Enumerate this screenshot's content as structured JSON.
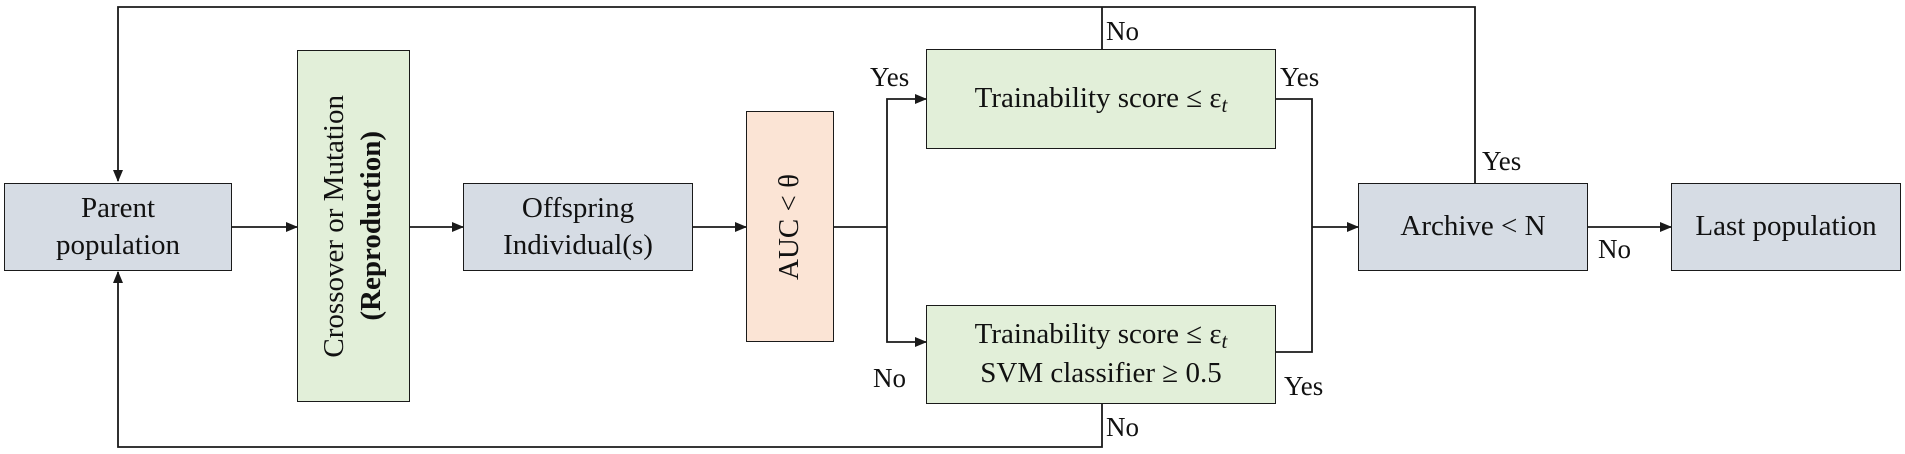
{
  "nodes": {
    "parent_population": [
      "Parent",
      "population"
    ],
    "reproduction": {
      "line1": "Crossover or Mutation",
      "line2": "(Reproduction)"
    },
    "offspring": [
      "Offspring",
      "Individual(s)"
    ],
    "auc": "AUC < θ",
    "trainability_top": {
      "text": "Trainability score ≤ ε",
      "sub": "t"
    },
    "trainability_bottom": {
      "text": "Trainability score ≤ ε",
      "sub": "t",
      "line2": "SVM classifier ≥ 0.5"
    },
    "archive": "Archive < N",
    "last_population": "Last population"
  },
  "edge_labels": {
    "auc_yes": "Yes",
    "auc_no": "No",
    "top_yes": "Yes",
    "top_no": "No",
    "bottom_yes": "Yes",
    "bottom_no": "No",
    "archive_yes": "Yes",
    "archive_no": "No"
  },
  "colors": {
    "gray_box": "#d6dce4",
    "green_box": "#e2efd9",
    "peach_box": "#fbe4d5",
    "line": "#1a1a1a"
  }
}
